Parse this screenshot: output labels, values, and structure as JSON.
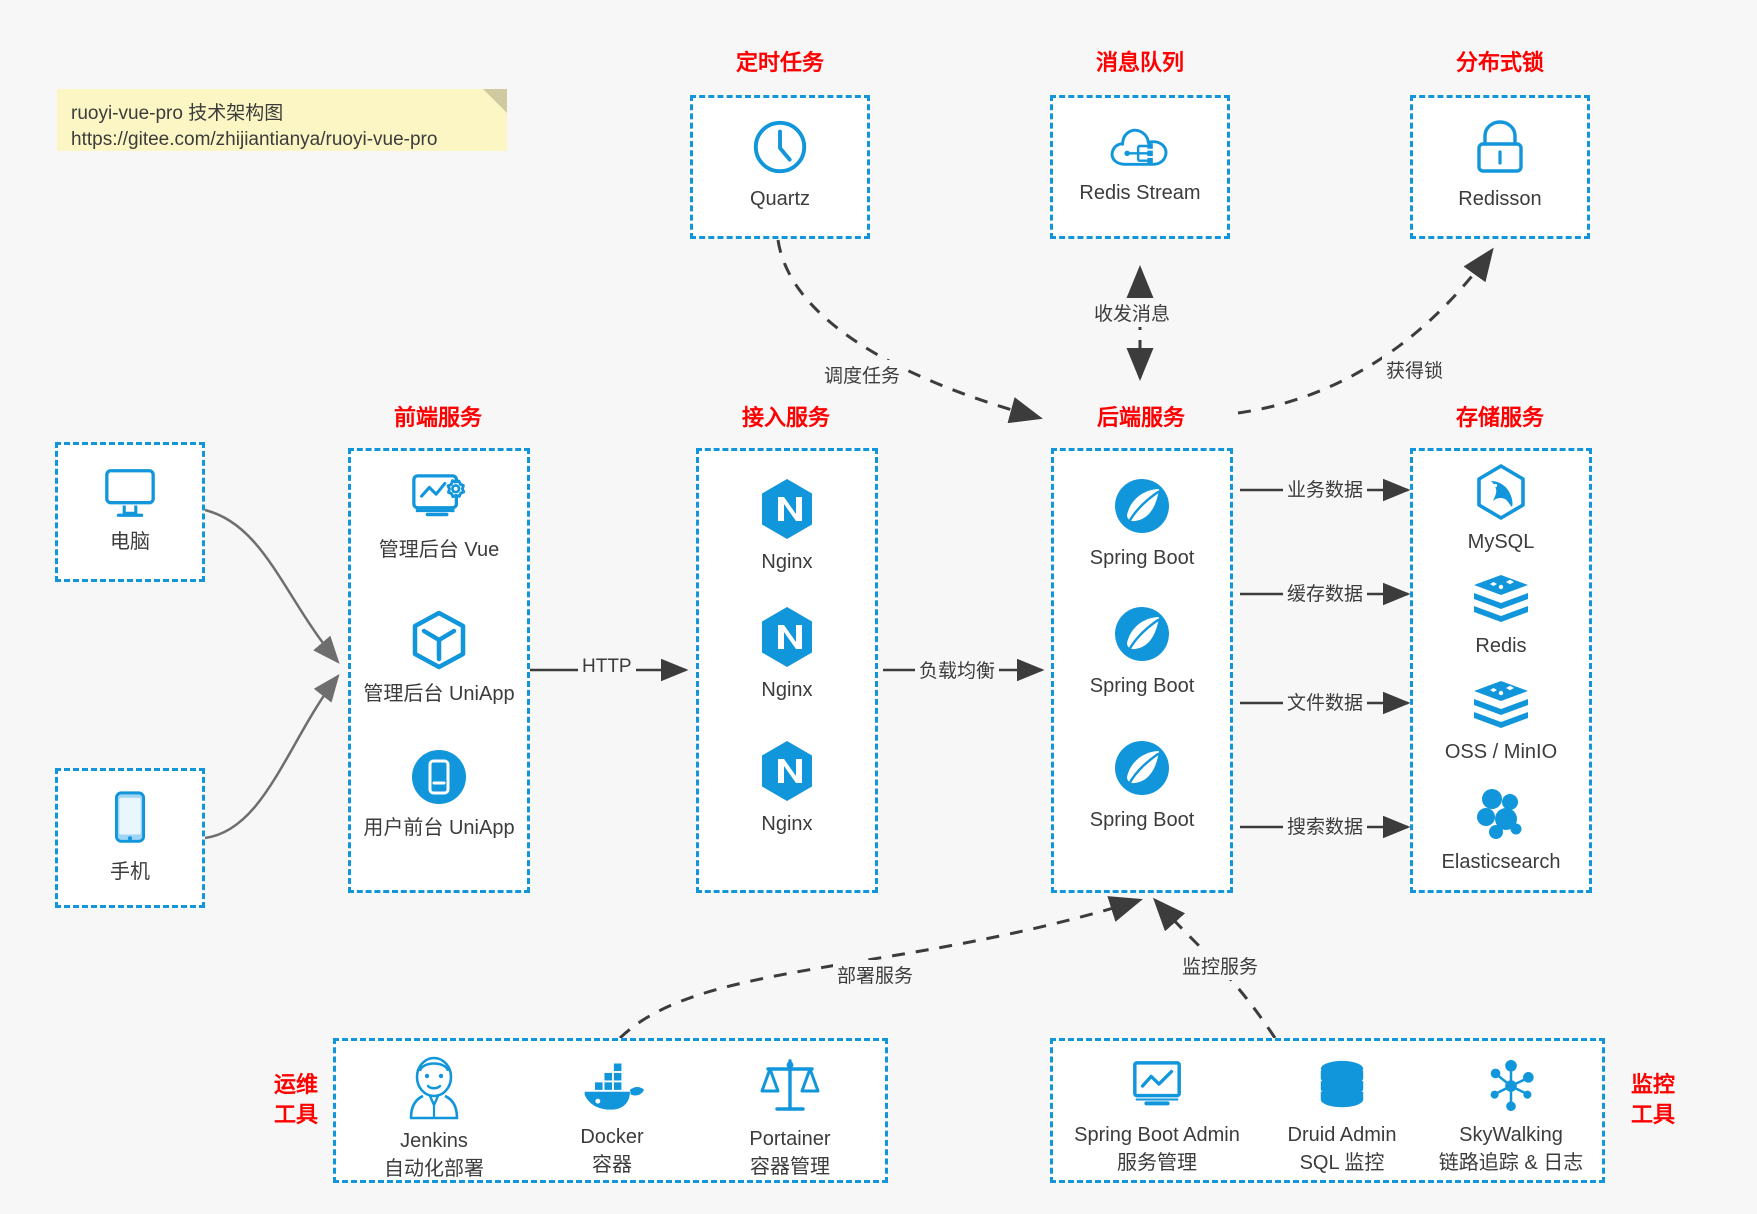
{
  "note": {
    "line1": "ruoyi-vue-pro 技术架构图",
    "line2": "https://gitee.com/zhijiantianya/ruoyi-vue-pro"
  },
  "groups": {
    "scheduler": "定时任务",
    "mq": "消息队列",
    "lock": "分布式锁",
    "frontend": "前端服务",
    "gateway": "接入服务",
    "backend": "后端服务",
    "storage": "存储服务",
    "devops_line1": "运维",
    "devops_line2": "工具",
    "monitor_line1": "监控",
    "monitor_line2": "工具"
  },
  "clients": [
    {
      "label": "电脑",
      "icon": "monitor-icon"
    },
    {
      "label": "手机",
      "icon": "phone-icon"
    }
  ],
  "scheduler_nodes": [
    {
      "label": "Quartz",
      "icon": "clock-icon"
    }
  ],
  "mq_nodes": [
    {
      "label": "Redis Stream",
      "icon": "cloud-network-icon"
    }
  ],
  "lock_nodes": [
    {
      "label": "Redisson",
      "icon": "lock-icon"
    }
  ],
  "frontend_nodes": [
    {
      "label": "管理后台 Vue",
      "icon": "dashboard-gear-icon"
    },
    {
      "label": "管理后台 UniApp",
      "icon": "hexagon-cube-icon"
    },
    {
      "label": "用户前台 UniApp",
      "icon": "mobile-circle-icon"
    }
  ],
  "gateway_nodes": [
    {
      "label": "Nginx",
      "icon": "nginx-icon"
    },
    {
      "label": "Nginx",
      "icon": "nginx-icon"
    },
    {
      "label": "Nginx",
      "icon": "nginx-icon"
    }
  ],
  "backend_nodes": [
    {
      "label": "Spring Boot",
      "icon": "spring-leaf-icon"
    },
    {
      "label": "Spring Boot",
      "icon": "spring-leaf-icon"
    },
    {
      "label": "Spring Boot",
      "icon": "spring-leaf-icon"
    }
  ],
  "storage_nodes": [
    {
      "label": "MySQL",
      "icon": "mysql-dolphin-icon"
    },
    {
      "label": "Redis",
      "icon": "redis-stack-icon"
    },
    {
      "label": "OSS / MinIO",
      "icon": "redis-stack-icon"
    },
    {
      "label": "Elasticsearch",
      "icon": "elasticsearch-icon"
    }
  ],
  "devops_nodes": [
    {
      "name": "Jenkins",
      "desc": "自动化部署",
      "icon": "jenkins-butler-icon"
    },
    {
      "name": "Docker",
      "desc": "容器",
      "icon": "docker-whale-icon"
    },
    {
      "name": "Portainer",
      "desc": "容器管理",
      "icon": "scales-icon"
    }
  ],
  "monitor_nodes": [
    {
      "name": "Spring Boot Admin",
      "desc": "服务管理",
      "icon": "monitor-chart-icon"
    },
    {
      "name": "Druid Admin",
      "desc": "SQL 监控",
      "icon": "database-icon"
    },
    {
      "name": "SkyWalking",
      "desc": "链路追踪 & 日志",
      "icon": "node-graph-icon"
    }
  ],
  "edges": [
    {
      "id": "http",
      "label": "HTTP"
    },
    {
      "id": "lb",
      "label": "负载均衡"
    },
    {
      "id": "schedule",
      "label": "调度任务"
    },
    {
      "id": "mq_io",
      "label": "收发消息"
    },
    {
      "id": "acquire_lock",
      "label": "获得锁"
    },
    {
      "id": "biz_data",
      "label": "业务数据"
    },
    {
      "id": "cache_data",
      "label": "缓存数据"
    },
    {
      "id": "file_data",
      "label": "文件数据"
    },
    {
      "id": "search_data",
      "label": "搜索数据"
    },
    {
      "id": "deploy",
      "label": "部署服务"
    },
    {
      "id": "monitoring",
      "label": "监控服务"
    }
  ],
  "colors": {
    "accent": "#1296db",
    "title": "#ff0000",
    "text": "#3c3c3c",
    "note_bg": "#fbf6c4",
    "background": "#f7f7f7",
    "arrow": "#3c3c3c",
    "client_arrow": "#6e6e6e"
  }
}
